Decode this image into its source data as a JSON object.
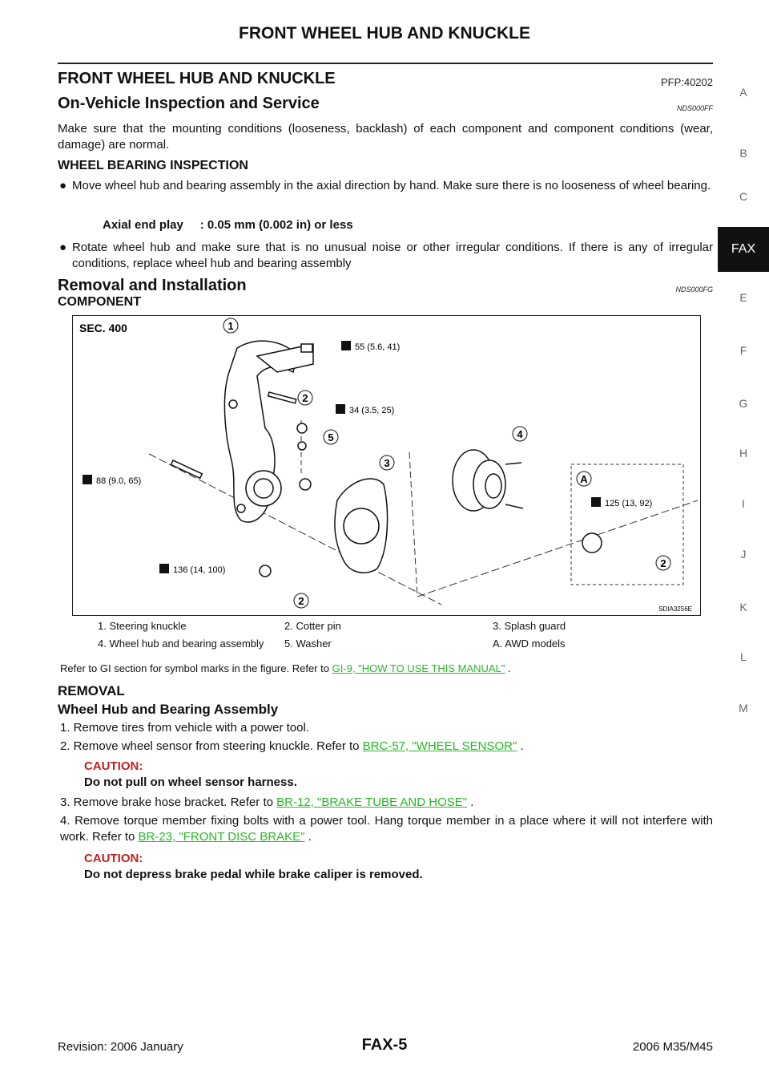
{
  "page": {
    "running_title": "FRONT WHEEL HUB AND KNUCKLE",
    "section_title": "FRONT WHEEL HUB AND KNUCKLE",
    "pfp_code": "PFP:40202"
  },
  "inspection": {
    "heading": "On-Vehicle Inspection and Service",
    "code": "NDS000FF",
    "intro": "Make sure that the mounting conditions (looseness, backlash) of each component and component conditions (wear, damage) are normal.",
    "subheading": "WHEEL BEARING INSPECTION",
    "bullet1": "Move wheel hub and bearing assembly in the axial direction by hand. Make sure there is no looseness of wheel bearing.",
    "spec": "Axial end play     : 0.05 mm (0.002 in) or less",
    "bullet2": "Rotate wheel hub and make sure that is no unusual noise or other irregular conditions. If there is any of irregular conditions, replace wheel hub and bearing assembly"
  },
  "removal": {
    "heading": "Removal and Installation",
    "code": "NDS000FG",
    "component_heading": "COMPONENT"
  },
  "diagram": {
    "sec_label": "SEC. 400",
    "torques": [
      "55 (5.6, 41)",
      "34 (3.5, 25)",
      "88 (9.0, 65)",
      "125 (13, 92)",
      "136 (14, 100)"
    ],
    "callouts": [
      "1",
      "2",
      "3",
      "4",
      "5",
      "A"
    ],
    "figure_id": "SDIA3256E"
  },
  "legend": {
    "row1": [
      "1.   Steering knuckle",
      "2.   Cotter pin",
      "3.   Splash guard"
    ],
    "row2": [
      "4.   Wheel hub and bearing assembly",
      "5.   Washer",
      "A.   AWD models"
    ]
  },
  "refer": {
    "text": "Refer to GI section for symbol marks in the figure. Refer to",
    "link": "GI-9, \"HOW TO USE THIS MANUAL\"",
    "tail": "."
  },
  "removal_steps": {
    "heading": "REMOVAL",
    "subheading": "Wheel Hub and Bearing Assembly",
    "step1": "1.   Remove tires from vehicle with a power tool.",
    "step2_text": "2.   Remove wheel sensor from steering knuckle. Refer to",
    "step2_link": "BRC-57, \"WHEEL SENSOR\"",
    "caution_label": "CAUTION:",
    "caution1": "Do not pull on wheel sensor harness.",
    "step3_text": "3.   Remove brake hose bracket. Refer to",
    "step3_link": "BR-12, \"BRAKE TUBE AND HOSE\"",
    "step4_text": "4.   Remove torque member fixing bolts with a power tool. Hang torque member in a place where it will not interfere with work. Refer to",
    "step4_link": "BR-23, \"FRONT DISC BRAKE\"",
    "caution2": "Do not depress brake pedal while brake caliper is removed.",
    "period": "."
  },
  "side_tabs": [
    "A",
    "B",
    "C",
    "FAX",
    "E",
    "F",
    "G",
    "H",
    "I",
    "J",
    "K",
    "L",
    "M"
  ],
  "footer": {
    "revision": "Revision: 2006 January",
    "page_no": "FAX-5",
    "model": "2006 M35/M45"
  }
}
